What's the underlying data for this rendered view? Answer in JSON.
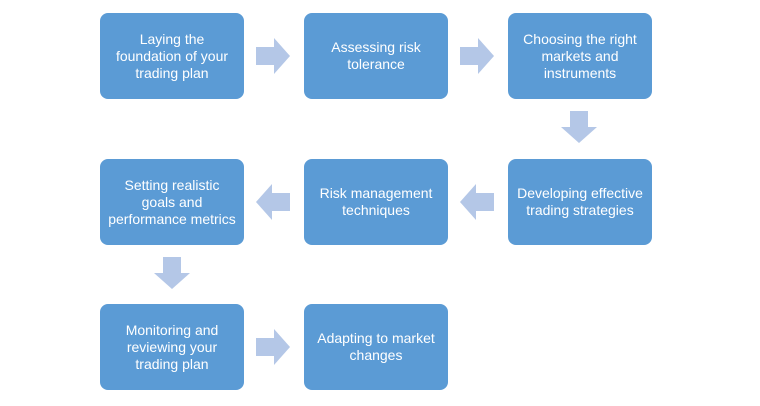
{
  "colors": {
    "box_fill": "#5b9bd5",
    "box_text": "#ffffff",
    "arrow_fill": "#b4c7e7",
    "background": "#ffffff"
  },
  "steps": [
    {
      "label": "Laying the foundation of your trading plan"
    },
    {
      "label": "Assessing risk tolerance"
    },
    {
      "label": "Choosing the right markets and instruments"
    },
    {
      "label": "Developing effective trading strategies"
    },
    {
      "label": "Risk management techniques"
    },
    {
      "label": "Setting realistic goals and performance metrics"
    },
    {
      "label": "Monitoring and reviewing your trading plan"
    },
    {
      "label": "Adapting to market changes"
    }
  ],
  "connectors": [
    {
      "from": 0,
      "to": 1,
      "direction": "right"
    },
    {
      "from": 1,
      "to": 2,
      "direction": "right"
    },
    {
      "from": 2,
      "to": 3,
      "direction": "down"
    },
    {
      "from": 3,
      "to": 4,
      "direction": "left"
    },
    {
      "from": 4,
      "to": 5,
      "direction": "left"
    },
    {
      "from": 5,
      "to": 6,
      "direction": "down"
    },
    {
      "from": 6,
      "to": 7,
      "direction": "right"
    }
  ]
}
